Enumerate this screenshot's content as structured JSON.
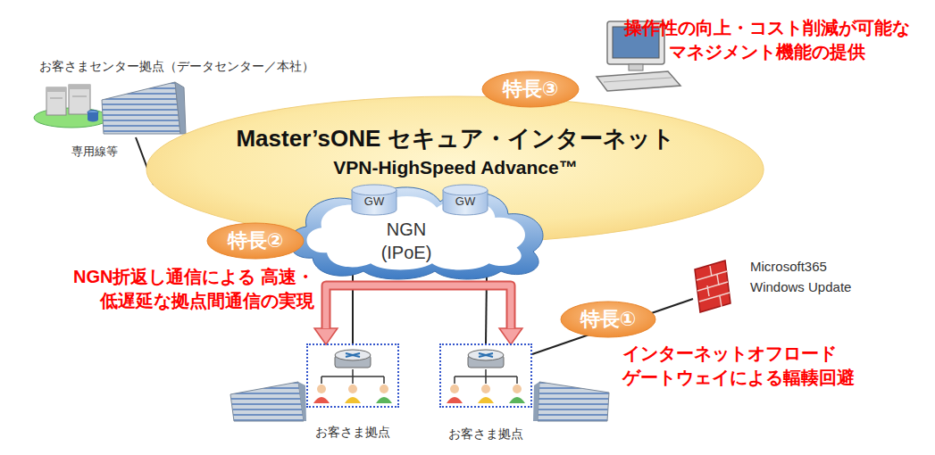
{
  "diagram": {
    "nodes": [
      {
        "text": [
          "お客さまセンター拠点（データセンター／本社）"
        ]
      },
      {
        "text": [
          "Master’sONE セキュア・インターネット",
          "VPN-HighSpeed Advance™"
        ]
      },
      {
        "text": [
          "NGN (IPoE)"
        ]
      },
      {
        "text": [
          "GW"
        ],
        "in": 2
      },
      {
        "text": [
          "GW"
        ],
        "in": 2
      },
      {
        "text": [
          "特長③"
        ]
      },
      {
        "text": [
          "特長②"
        ]
      },
      {
        "text": [
          "特長①"
        ]
      },
      {
        "text": [
          "お客さま拠点"
        ]
      },
      {
        "text": [
          "お客さま拠点"
        ]
      },
      {
        "text": [
          "Microsoft365 Windows Update"
        ]
      }
    ],
    "edges": [
      {
        "from": 0,
        "to": 1,
        "arrow": "none",
        "label": "専用線等"
      },
      {
        "from": 8,
        "to": 2,
        "arrow": "none"
      },
      {
        "from": 9,
        "to": 2,
        "arrow": "none"
      },
      {
        "from": 9,
        "to": 10,
        "arrow": "none"
      },
      {
        "from": 8,
        "to": 9,
        "arrow": "both"
      }
    ],
    "labels": [
      "操作性の向上・コスト削減が可能な マネジメント機能の提供",
      "NGN折返し通信による 高速・低遅延な拠点間通信の実現",
      "インターネットオフロード ゲートウェイによる輻輳回避"
    ]
  }
}
